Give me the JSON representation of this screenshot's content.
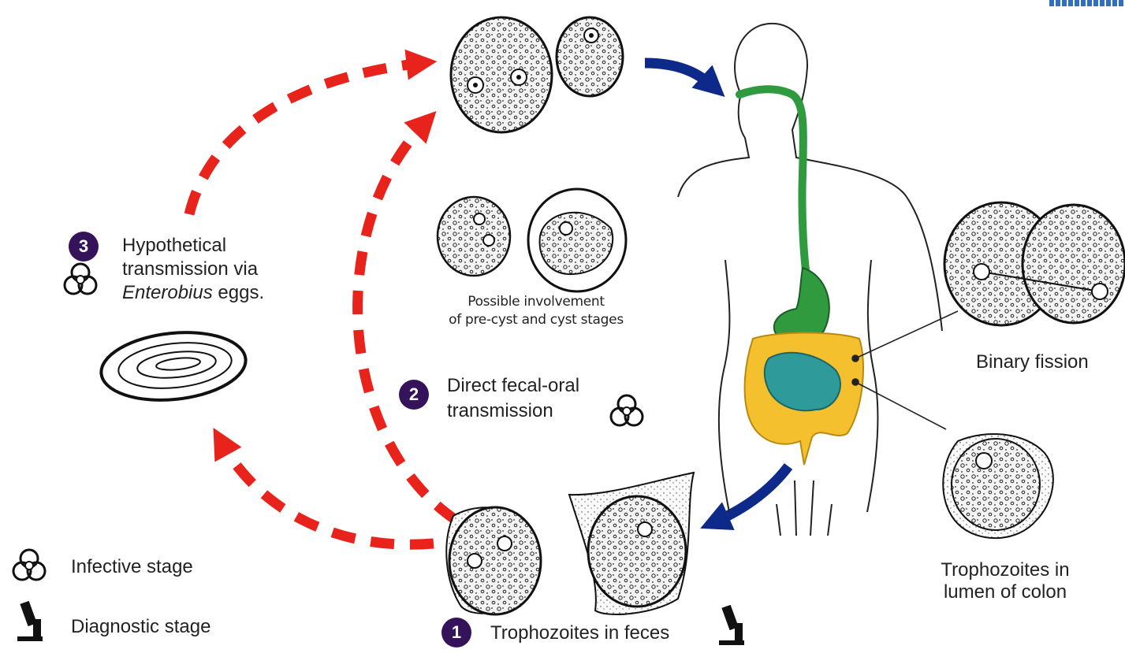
{
  "stages": {
    "stage1": {
      "number": "1",
      "label": "Trophozoites in feces"
    },
    "stage2": {
      "number": "2",
      "line1": "Direct fecal-oral",
      "line2": "transmission"
    },
    "stage3": {
      "number": "3",
      "line1": "Hypothetical",
      "line2": "transmission via",
      "line3_italic": "Enterobius",
      "line3_rest": " eggs."
    }
  },
  "labels": {
    "precyst_line1": "Possible involvement",
    "precyst_line2": "of pre-cyst and cyst stages",
    "binary_fission": "Binary fission",
    "troph_colon_line1": "Trophozoites in",
    "troph_colon_line2": "lumen of colon"
  },
  "legend": {
    "infective": "Infective stage",
    "diagnostic": "Diagnostic stage"
  },
  "colors": {
    "dashed_arrow": "#e8231c",
    "solid_arrow": "#0d2a8a",
    "digestive_tract": "#2f9a3e",
    "colon": "#f5c02e",
    "small_intestine": "#2f9a9a",
    "badge": "#34135a"
  }
}
